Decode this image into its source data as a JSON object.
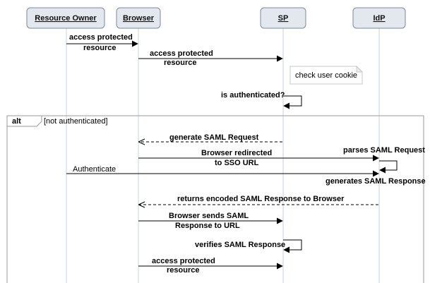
{
  "actors": [
    {
      "id": "owner",
      "label": "Resource Owner"
    },
    {
      "id": "browser",
      "label": "Browser"
    },
    {
      "id": "sp",
      "label": "SP"
    },
    {
      "id": "idp",
      "label": "IdP"
    }
  ],
  "note": {
    "text": "check user cookie"
  },
  "frame": {
    "operator": "alt",
    "guard": "[not authenticated]"
  },
  "messages": {
    "m1": {
      "lines": [
        "access protected",
        "resource"
      ]
    },
    "m2": {
      "lines": [
        "access protected",
        "resource"
      ]
    },
    "m3": {
      "lines": [
        "is authenticated?"
      ]
    },
    "m4": {
      "lines": [
        "generate SAML Request"
      ]
    },
    "m5": {
      "lines": [
        "Browser redirected",
        "to SSO URL"
      ]
    },
    "m6": {
      "lines": [
        "parses SAML Request"
      ]
    },
    "m7": {
      "lines": [
        "Authenticate"
      ]
    },
    "m8": {
      "lines": [
        "generates SAML Response"
      ]
    },
    "m9": {
      "lines": [
        "returns encoded SAML Response to Browser"
      ]
    },
    "m10": {
      "lines": [
        "Browser sends SAML",
        "Response to URL"
      ]
    },
    "m11": {
      "lines": [
        "verifies SAML Response"
      ]
    },
    "m12": {
      "lines": [
        "access protected",
        "resource"
      ]
    }
  }
}
